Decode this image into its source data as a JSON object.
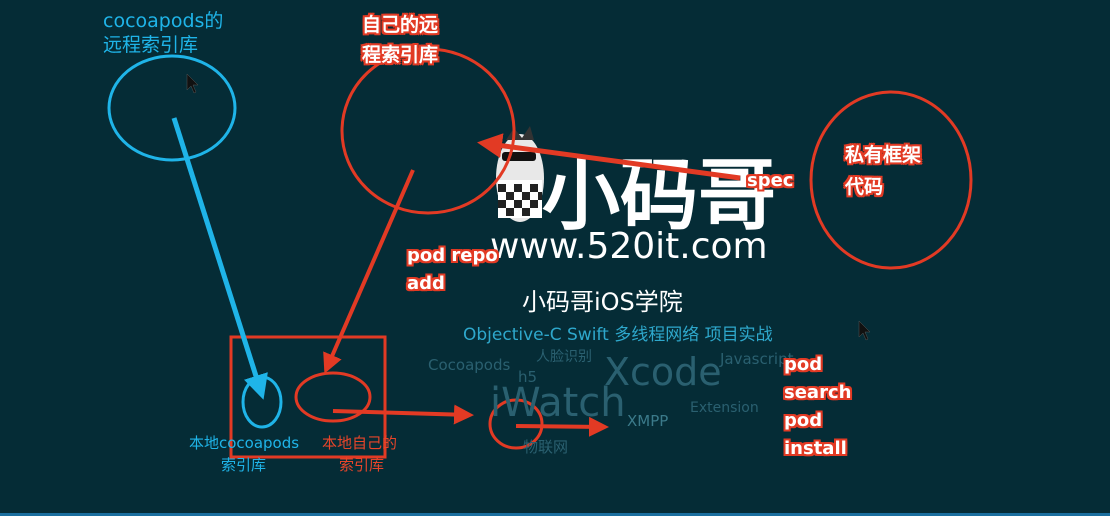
{
  "labels": {
    "cocoapods_remote_line1": "cocoapods的",
    "cocoapods_remote_line2": "远程索引库",
    "own_remote_line1": "自己的远",
    "own_remote_line2": "程索引库",
    "private_line1": "私有框架",
    "private_line2": "代码",
    "spec": "spec",
    "pod_repo_add_line1": "pod repo",
    "pod_repo_add_line2": "add",
    "local_cocoapods_line1": "本地cocoapods",
    "local_cocoapods_line2": "索引库",
    "local_own_line1": "本地自己的",
    "local_own_line2": "索引库",
    "pod_cmd_1": "pod",
    "pod_cmd_2": "search",
    "pod_cmd_3": "pod",
    "pod_cmd_4": "install"
  },
  "background": {
    "logo_text": "小码哥",
    "url": "www.520it.com",
    "school": "小码哥iOS学院",
    "topics": "Objective-C  Swift 多线程网络 项目实战",
    "cloud": {
      "cocoapods": "Cocoapods",
      "h5": "h5",
      "xcode": "Xcode",
      "javascript": "Javascript",
      "iwatch": "iWatch",
      "xmpp": "XMPP",
      "extension": "Extension",
      "renlian": "人脸识别",
      "wulianwang": "物联网"
    }
  },
  "colors": {
    "background": "#052c36",
    "cyan": "#1fb4e8",
    "red": "#e23a24"
  }
}
